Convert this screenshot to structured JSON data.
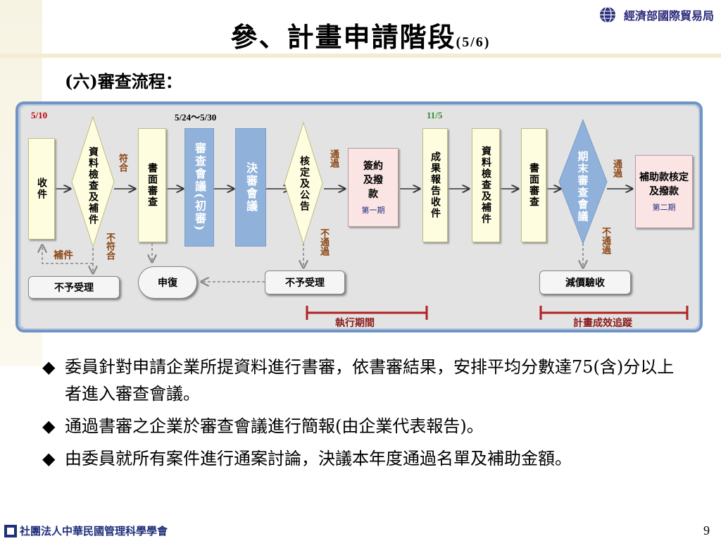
{
  "header": {
    "title": "參、計畫申請階段",
    "title_suffix": "(5/6)",
    "agency": "經濟部國際貿易局",
    "subheading": "(六)審查流程："
  },
  "diagram": {
    "dates": {
      "start": "5/10",
      "meeting": "5/24～5/30",
      "report": "11/5"
    },
    "steps": {
      "receive": "收件",
      "check_docs": "資料檢查及補件",
      "pass_label": "符合",
      "fail_label": "不符合",
      "supplement": "補件",
      "written_review": "書面審查",
      "review_meeting": "審查會議(初審)",
      "decision_meeting": "決審會議",
      "approve_announce": "核定及公告",
      "passed1": "通過",
      "not_passed1": "不通過",
      "sign_pay": "簽約及撥款",
      "phase1": "第一期",
      "result_report": "成果報告收件",
      "check_docs2": "資料檢查及補件",
      "written_review2": "書面審查",
      "final_review": "期末審查會議",
      "passed2": "通過",
      "not_passed2": "不通過",
      "subsidy": "補助款核定及撥款",
      "phase2": "第二期",
      "reject1": "不予受理",
      "appeal": "申復",
      "reject2": "不予受理",
      "reduced": "減價驗收",
      "exec_period": "執行期間",
      "tracking": "計畫成效追蹤"
    }
  },
  "bullets": [
    "委員針對申請企業所提資料進行書審，依書審結果，安排平均分數達75(含)分以上者進入審查會議。",
    "通過書審之企業於審查會議進行簡報(由企業代表報告)。",
    "由委員就所有案件進行通案討論，決議本年度通過名單及補助金額。"
  ],
  "footer": {
    "org": "社團法人中華民國管理科學學會",
    "page": "9"
  },
  "colors": {
    "frame": "#6f95c6",
    "blue_box": "#8fb1da",
    "diamond": "#fffde0",
    "date_red": "#c00000",
    "date_green": "#2e8b2e",
    "bracket": "#b22222"
  }
}
